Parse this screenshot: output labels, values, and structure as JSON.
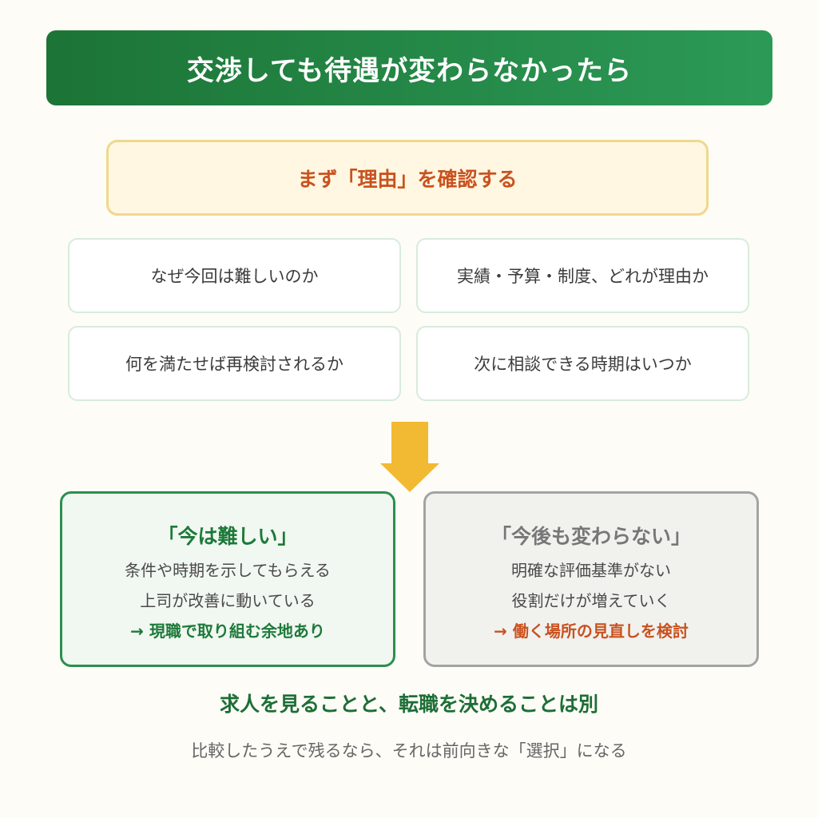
{
  "header": {
    "title": "交渉しても待遇が変わらなかったら"
  },
  "reason": {
    "title": "まず「理由」を確認する"
  },
  "questions": [
    "なぜ今回は難しいのか",
    "実績・予算・制度、どれが理由か",
    "何を満たせば再検討されるか",
    "次に相談できる時期はいつか"
  ],
  "outcomes": {
    "positive": {
      "title": "「今は難しい」",
      "lines": [
        "条件や時期を示してもらえる",
        "上司が改善に動いている"
      ],
      "conclusion": "→ 現職で取り組む余地あり"
    },
    "negative": {
      "title": "「今後も変わらない」",
      "lines": [
        "明確な評価基準がない",
        "役割だけが増えていく"
      ],
      "conclusion": "→ 働く場所の見直しを検討"
    }
  },
  "footer": {
    "main": "求人を見ることと、転職を決めることは別",
    "sub": "比較したうえで残るなら、それは前向きな「選択」になる"
  },
  "colors": {
    "accent_green": "#1d7a3a",
    "accent_orange": "#c9521f",
    "arrow_yellow": "#f2b933"
  }
}
